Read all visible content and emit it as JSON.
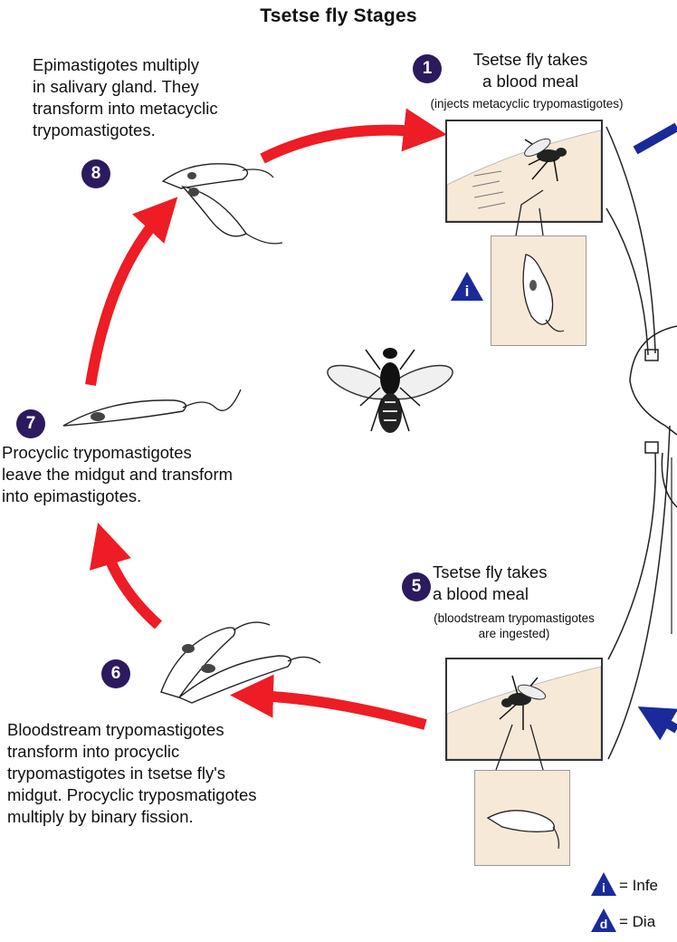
{
  "title": "Tsetse fly Stages",
  "stages": [
    {
      "number": "1",
      "text": "Tsetse fly takes\na blood meal",
      "note": "(injects metacyclic trypomastigotes)"
    },
    {
      "number": "5",
      "text": "Tsetse fly takes\na blood meal",
      "note": "(bloodstream trypomastigotes\nare ingested)"
    },
    {
      "number": "6",
      "text": "Bloodstream trypomastigotes\ntransform into procyclic\ntrypomastigotes in tsetse fly's\nmidgut. Procyclic tryposmatigotes\nmultiply by binary fission."
    },
    {
      "number": "7",
      "text": "Procyclic trypomastigotes\nleave the midgut and transform\ninto epimastigotes."
    },
    {
      "number": "8",
      "text": "Epimastigotes multiply\nin salivary gland. They\ntransform into metacyclic\ntrypomastigotes."
    }
  ],
  "legend": [
    {
      "symbol": "i",
      "text": "= Infe"
    },
    {
      "symbol": "d",
      "text": "= Dia"
    }
  ],
  "markers": {
    "infective_symbol": "i"
  },
  "colors": {
    "arrow_red": "#ee1c24",
    "arrow_blue": "#1a2a9a",
    "badge": "#2c1a5e",
    "skin": "#f7e9d8"
  }
}
